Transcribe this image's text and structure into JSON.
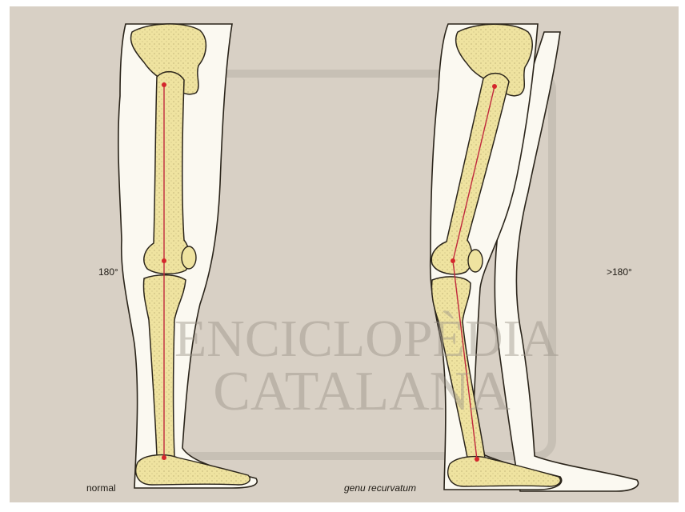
{
  "labels": {
    "left_angle": "180°",
    "right_angle": ">180°",
    "left_caption": "normal",
    "right_caption": "genu recurvatum"
  },
  "watermark": {
    "line1": "ENCICLOPÈDIA",
    "line2": "CATALANA"
  },
  "colors": {
    "background": "#d8d0c5",
    "bone": "#efe3a0",
    "bone_outline": "#2a241a",
    "skin": "#fbf9f1",
    "axis_line": "#c0283c",
    "axis_point": "#d4262c",
    "watermark": "#9c9489"
  }
}
